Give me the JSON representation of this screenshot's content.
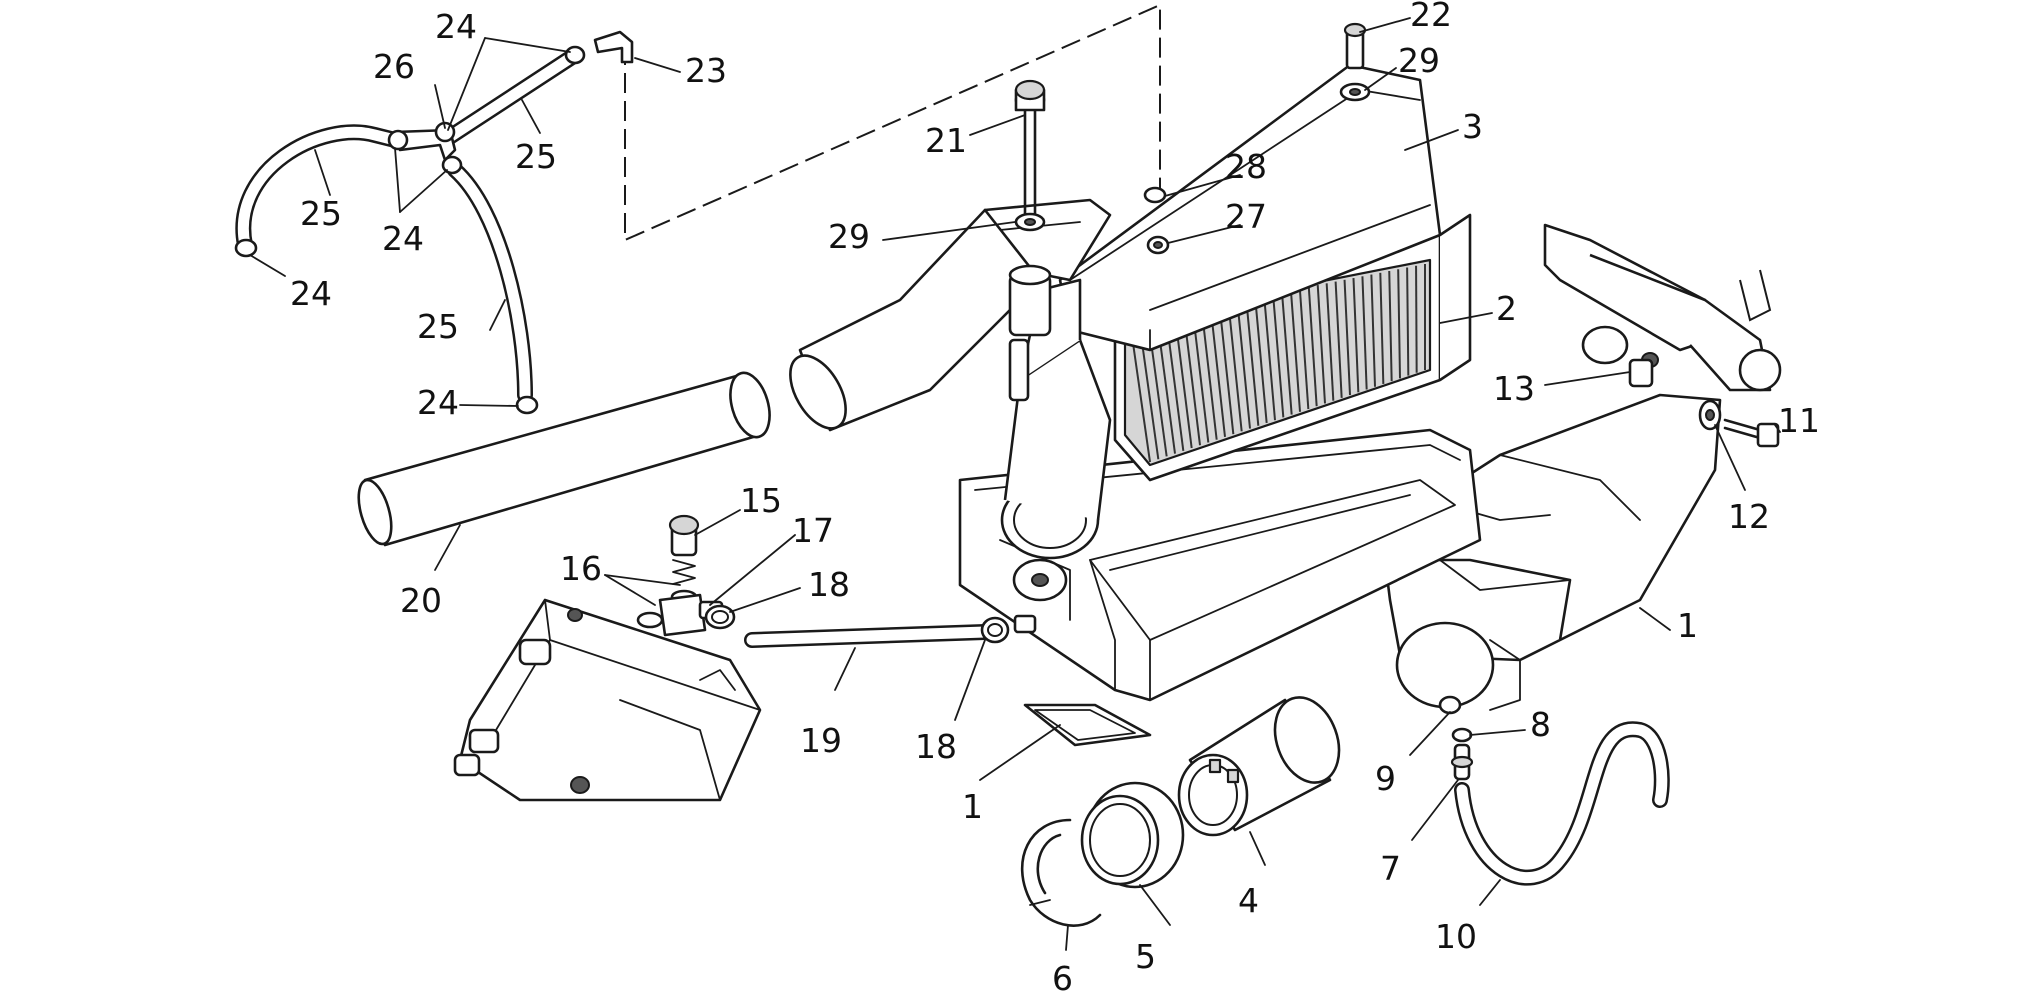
{
  "diagram": {
    "labels": [
      {
        "id": "lbl-24-a",
        "text": "24"
      },
      {
        "id": "lbl-22",
        "text": "22"
      },
      {
        "id": "lbl-26",
        "text": "26"
      },
      {
        "id": "lbl-23",
        "text": "23"
      },
      {
        "id": "lbl-29-a",
        "text": "29"
      },
      {
        "id": "lbl-25-a",
        "text": "25"
      },
      {
        "id": "lbl-25-b",
        "text": "25"
      },
      {
        "id": "lbl-21",
        "text": "21"
      },
      {
        "id": "lbl-3",
        "text": "3"
      },
      {
        "id": "lbl-24-b",
        "text": "24"
      },
      {
        "id": "lbl-28",
        "text": "28"
      },
      {
        "id": "lbl-27",
        "text": "27"
      },
      {
        "id": "lbl-29-b",
        "text": "29"
      },
      {
        "id": "lbl-24-c",
        "text": "24"
      },
      {
        "id": "lbl-2",
        "text": "2"
      },
      {
        "id": "lbl-25-c",
        "text": "25"
      },
      {
        "id": "lbl-13",
        "text": "13"
      },
      {
        "id": "lbl-24-d",
        "text": "24"
      },
      {
        "id": "lbl-11",
        "text": "11"
      },
      {
        "id": "lbl-12",
        "text": "12"
      },
      {
        "id": "lbl-15",
        "text": "15"
      },
      {
        "id": "lbl-17",
        "text": "17"
      },
      {
        "id": "lbl-16",
        "text": "16"
      },
      {
        "id": "lbl-18-a",
        "text": "18"
      },
      {
        "id": "lbl-20",
        "text": "20"
      },
      {
        "id": "lbl-1-a",
        "text": "1"
      },
      {
        "id": "lbl-19",
        "text": "19"
      },
      {
        "id": "lbl-18-b",
        "text": "18"
      },
      {
        "id": "lbl-8",
        "text": "8"
      },
      {
        "id": "lbl-9",
        "text": "9"
      },
      {
        "id": "lbl-1-b",
        "text": "1"
      },
      {
        "id": "lbl-7",
        "text": "7"
      },
      {
        "id": "lbl-4",
        "text": "4"
      },
      {
        "id": "lbl-10",
        "text": "10"
      },
      {
        "id": "lbl-5",
        "text": "5"
      },
      {
        "id": "lbl-6",
        "text": "6"
      }
    ]
  }
}
